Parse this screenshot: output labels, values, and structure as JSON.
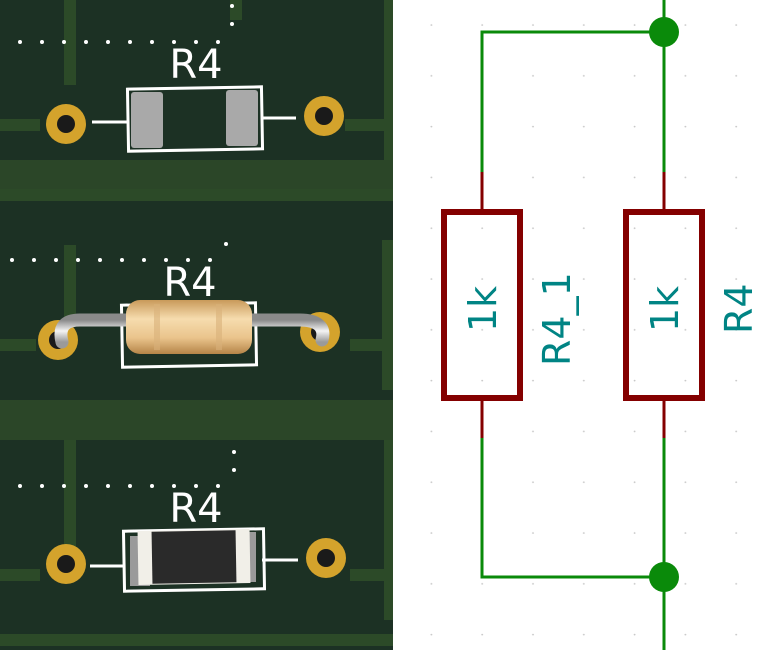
{
  "pcb_views": [
    {
      "id": "smd-footprint-view",
      "designator": "R4"
    },
    {
      "id": "tht-axial-view",
      "designator": "R4"
    },
    {
      "id": "smd-chip-view",
      "designator": "R4"
    }
  ],
  "schematic": {
    "resistors": [
      {
        "reference": "R4_1",
        "value": "1k"
      },
      {
        "reference": "R4",
        "value": "1k"
      }
    ]
  },
  "colors": {
    "pcb_board": "#1c3124",
    "pcb_trace": "#2c4a28",
    "pad_gold": "#d4a32c",
    "silkscreen": "#ffffff",
    "schematic_wire": "#0a8a0a",
    "schematic_symbol": "#840000",
    "schematic_text": "#008484"
  }
}
